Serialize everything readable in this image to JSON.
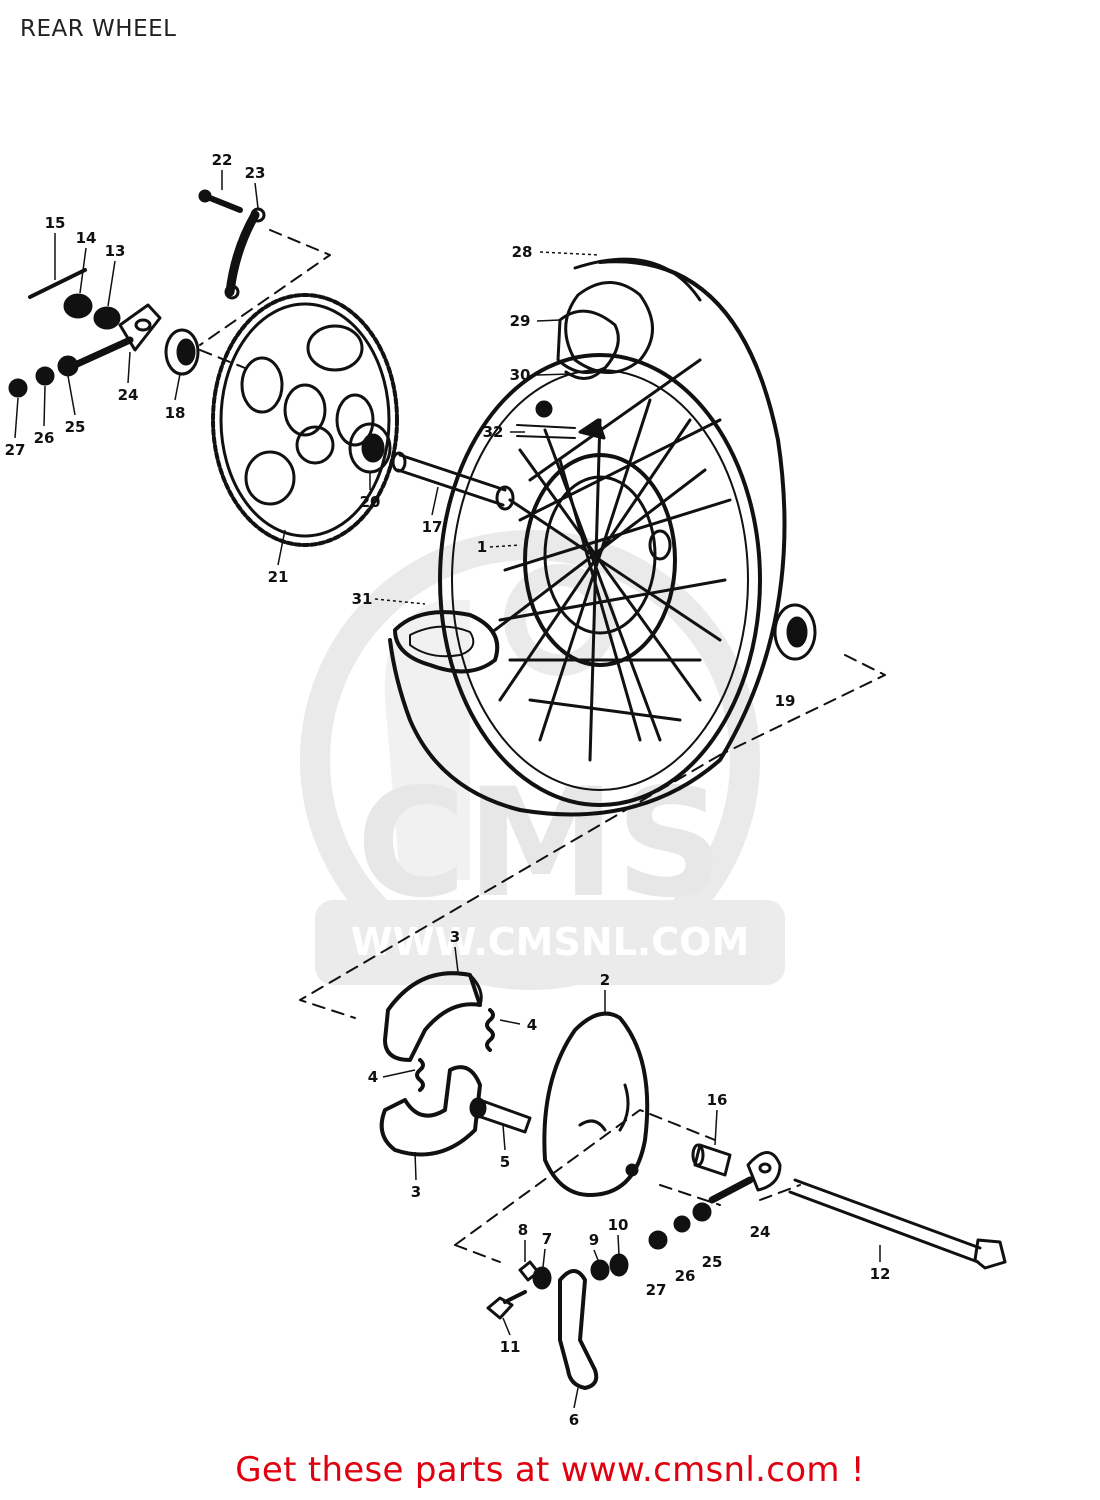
{
  "page": {
    "title": "REAR WHEEL"
  },
  "watermark": {
    "logo_text": "CMS",
    "url_text": "WWW.CMSNL.COM"
  },
  "parts": [
    {
      "id": "p22",
      "label": "22"
    },
    {
      "id": "p23",
      "label": "23"
    },
    {
      "id": "p15",
      "label": "15"
    },
    {
      "id": "p14",
      "label": "14"
    },
    {
      "id": "p13",
      "label": "13"
    },
    {
      "id": "p24a",
      "label": "24"
    },
    {
      "id": "p18",
      "label": "18"
    },
    {
      "id": "p25a",
      "label": "25"
    },
    {
      "id": "p26a",
      "label": "26"
    },
    {
      "id": "p27a",
      "label": "27"
    },
    {
      "id": "p21",
      "label": "21"
    },
    {
      "id": "p20",
      "label": "20"
    },
    {
      "id": "p17",
      "label": "17"
    },
    {
      "id": "p28",
      "label": "28"
    },
    {
      "id": "p29",
      "label": "29"
    },
    {
      "id": "p30",
      "label": "30"
    },
    {
      "id": "p32",
      "label": "32"
    },
    {
      "id": "p1",
      "label": "1"
    },
    {
      "id": "p31",
      "label": "31"
    },
    {
      "id": "p19",
      "label": "19"
    },
    {
      "id": "p3a",
      "label": "3"
    },
    {
      "id": "p4a",
      "label": "4"
    },
    {
      "id": "p4b",
      "label": "4"
    },
    {
      "id": "p5",
      "label": "5"
    },
    {
      "id": "p3b",
      "label": "3"
    },
    {
      "id": "p2",
      "label": "2"
    },
    {
      "id": "p16",
      "label": "16"
    },
    {
      "id": "p24b",
      "label": "24"
    },
    {
      "id": "p12",
      "label": "12"
    },
    {
      "id": "p8",
      "label": "8"
    },
    {
      "id": "p7",
      "label": "7"
    },
    {
      "id": "p9",
      "label": "9"
    },
    {
      "id": "p10",
      "label": "10"
    },
    {
      "id": "p11",
      "label": "11"
    },
    {
      "id": "p6",
      "label": "6"
    },
    {
      "id": "p27b",
      "label": "27"
    },
    {
      "id": "p26b",
      "label": "26"
    },
    {
      "id": "p25b",
      "label": "25"
    }
  ],
  "footer": {
    "cta_text": "Get these parts at www.cmsnl.com !"
  },
  "colors": {
    "footer_text": "#e0000f",
    "line_art": "#111111",
    "watermark": "#d9d9d9"
  }
}
